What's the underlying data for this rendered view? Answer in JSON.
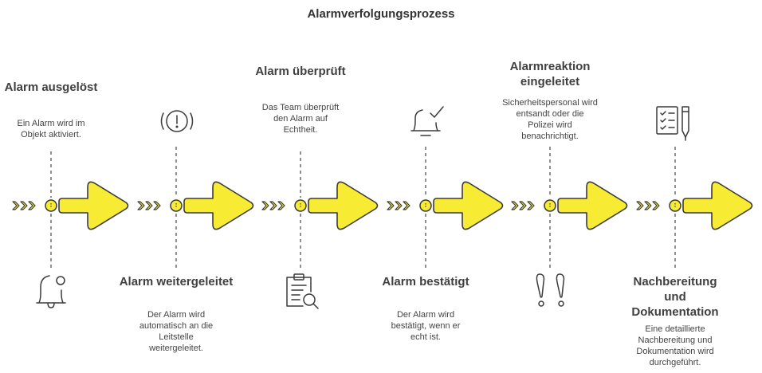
{
  "title": "Alarmverfolgungsprozess",
  "colors": {
    "accent": "#f7ec33",
    "outline": "#3a3a3a",
    "dash": "#555555"
  },
  "steps": [
    {
      "title": "Alarm ausgelöst",
      "description": "Ein Alarm wird im Objekt aktiviert.",
      "position": "top",
      "icon": "alarm-bell-ring-icon"
    },
    {
      "title": "Alarm weitergeleitet",
      "description": "Der Alarm wird automatisch an die Leitstelle weitergeleitet.",
      "position": "bottom",
      "icon": "warning-alert-icon"
    },
    {
      "title": "Alarm überprüft",
      "description": "Das Team überprüft den Alarm auf Echtheit.",
      "position": "top",
      "icon": "clipboard-search-icon"
    },
    {
      "title": "Alarm bestätigt",
      "description": "Der Alarm wird bestätigt, wenn er echt ist.",
      "position": "bottom",
      "icon": "bell-check-icon"
    },
    {
      "title": "Alarmreaktion eingeleitet",
      "description": "Sicherheitspersonal wird entsandt oder die Polizei wird benachrichtigt.",
      "position": "top",
      "icon": "double-exclamation-icon"
    },
    {
      "title": "Nachbereitung und Dokumentation",
      "description": "Eine detaillierte Nachbereitung und Dokumentation wird durchgeführt.",
      "position": "bottom",
      "icon": "checklist-pen-icon"
    }
  ]
}
